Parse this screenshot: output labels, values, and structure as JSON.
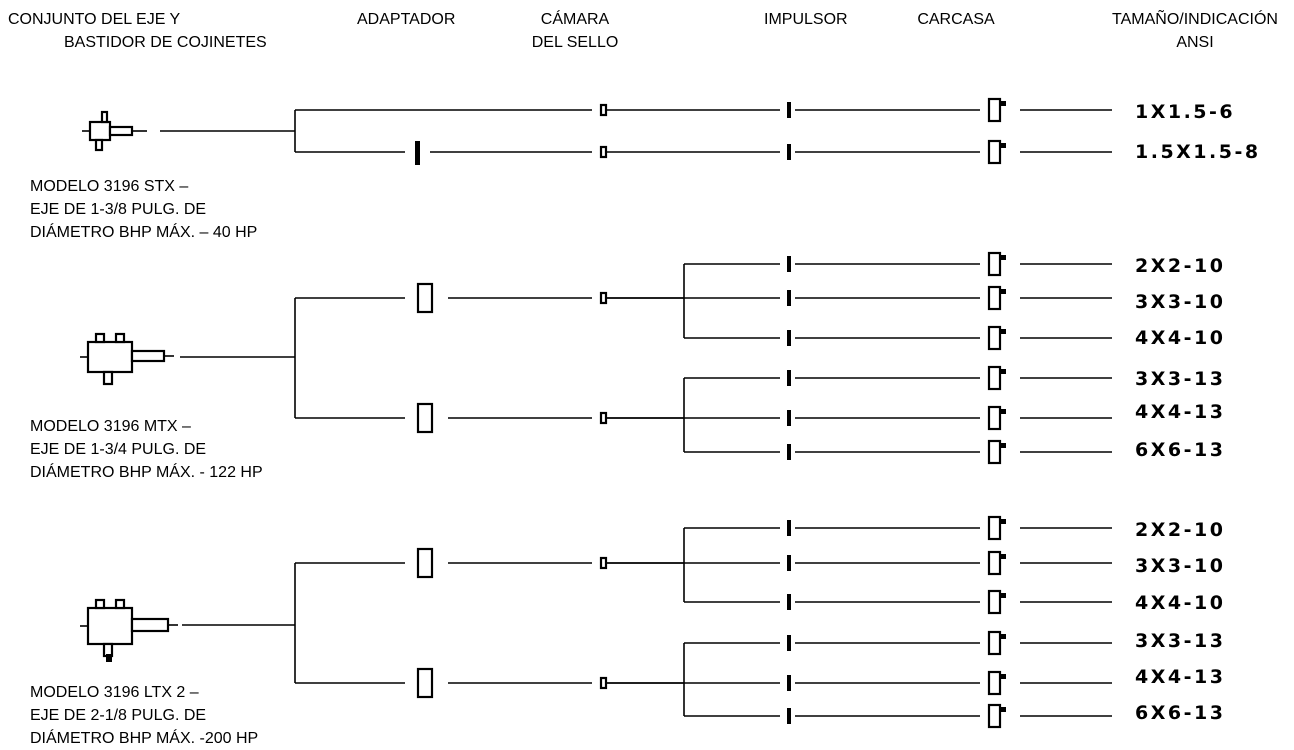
{
  "headers": {
    "shaft_assembly": [
      "CONJUNTO DEL EJE Y",
      "BASTIDOR DE COJINETES"
    ],
    "adapter": [
      "ADAPTADOR"
    ],
    "seal_chamber": [
      "CÁMARA",
      "DEL SELLO"
    ],
    "impeller": [
      "IMPULSOR"
    ],
    "casing": [
      "CARCASA"
    ],
    "size": [
      "TAMAÑO/INDICACIÓN",
      "ANSI"
    ]
  },
  "models": [
    {
      "caption": [
        "MODELO 3196 STX –",
        "EJE DE 1-3/8 PULG. DE",
        "DIÁMETRO BHP MÁX. – 40 HP"
      ],
      "sizes": [
        "1X1.5-6",
        "1.5X1.5-8"
      ]
    },
    {
      "caption": [
        "MODELO 3196 MTX –",
        "EJE DE 1-3/4 PULG. DE",
        "DIÁMETRO BHP MÁX. - 122 HP"
      ],
      "sizes": [
        "2X2-10",
        "3X3-10",
        "4X4-10",
        "3X3-13",
        "4X4-13",
        "6X6-13"
      ]
    },
    {
      "caption": [
        "MODELO 3196 LTX 2 –",
        "EJE DE 2-1/8 PULG. DE",
        "DIÁMETRO BHP MÁX. -200 HP"
      ],
      "sizes": [
        "2X2-10",
        "3X3-10",
        "4X4-10",
        "3X3-13",
        "4X4-13",
        "6X6-13"
      ]
    }
  ]
}
